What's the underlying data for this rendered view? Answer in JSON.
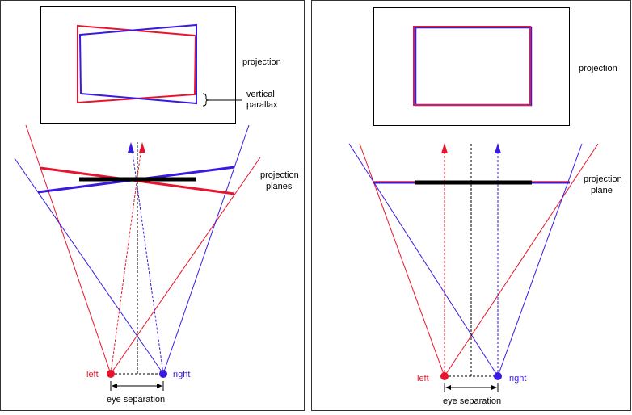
{
  "colors": {
    "left_eye": "#e8142d",
    "right_eye": "#3a1adf",
    "ink": "#000000",
    "frame": "#333333"
  },
  "panels": [
    {
      "id": "toe-in",
      "labels": {
        "projection": "projection",
        "vertical_parallax_line1": "vertical",
        "vertical_parallax_line2": "parallax",
        "planes_line1": "projection",
        "planes_line2": "planes",
        "left": "left",
        "right": "right",
        "eye_separation": "eye separation"
      }
    },
    {
      "id": "off-axis",
      "labels": {
        "projection": "projection",
        "planes_line1": "projection",
        "planes_line2": "plane",
        "left": "left",
        "right": "right",
        "eye_separation": "eye separation"
      }
    }
  ]
}
